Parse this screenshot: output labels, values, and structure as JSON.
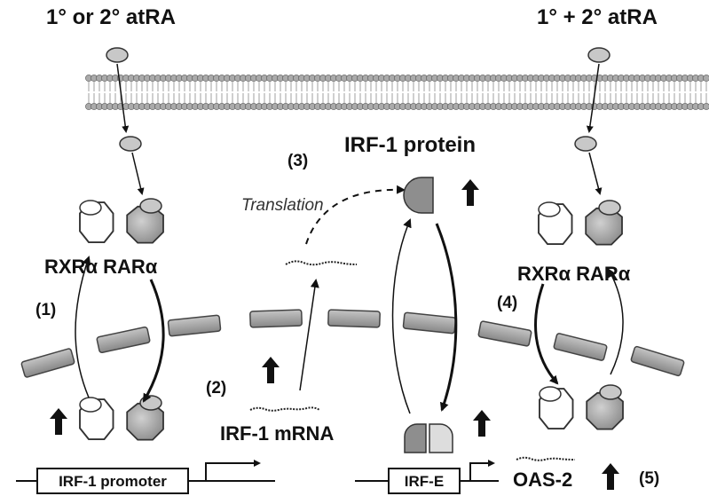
{
  "labels": {
    "ligand_left": "1° or 2° atRA",
    "ligand_right": "1° + 2° atRA",
    "receptor_left": "RXRα RARα",
    "receptor_right": "RXRα RARα",
    "irf1_protein": "IRF-1 protein",
    "translation": "Translation",
    "irf1_mrna": "IRF-1 mRNA",
    "oas2": "OAS-2",
    "irf1_promoter": "IRF-1 promoter",
    "irf_e": "IRF-E"
  },
  "steps": {
    "s1": "(1)",
    "s2": "(2)",
    "s3": "(3)",
    "s4": "(4)",
    "s5": "(5)"
  },
  "colors": {
    "membrane_bead": "#aaaaaa",
    "ligand_fill": "#c8c8c8",
    "rar_fill": "#9a9a9a",
    "nuclear_segment": "#9b9b9b",
    "irf1_protein_dark": "#8e8e8e",
    "irf1_protein_light": "#dddddd",
    "arrow": "#111111"
  },
  "icons": {
    "up_arrow": "upregulation-arrow-icon",
    "ligand": "ligand-oval-icon",
    "rxr": "octagon-rxr-icon",
    "rar": "octagon-rar-icon"
  }
}
